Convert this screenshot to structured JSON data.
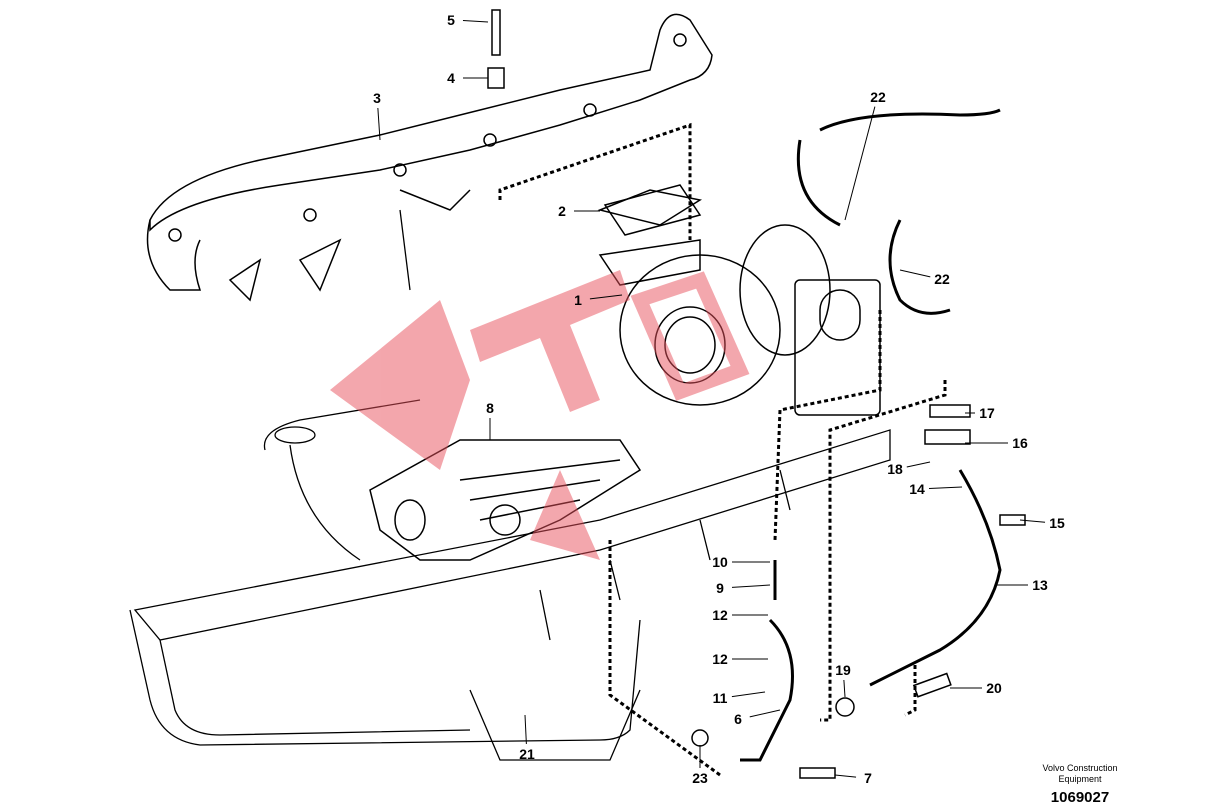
{
  "diagram": {
    "callouts": [
      "5",
      "4",
      "3",
      "2",
      "1",
      "22",
      "22",
      "8",
      "17",
      "16",
      "18",
      "14",
      "15",
      "10",
      "9",
      "12",
      "13",
      "12",
      "11",
      "19",
      "20",
      "6",
      "21",
      "23",
      "7"
    ],
    "publisher": "Volvo Construction Equipment",
    "document_number": "1069027"
  },
  "colors": {
    "line": "#000000",
    "watermark": "#e8505b"
  }
}
